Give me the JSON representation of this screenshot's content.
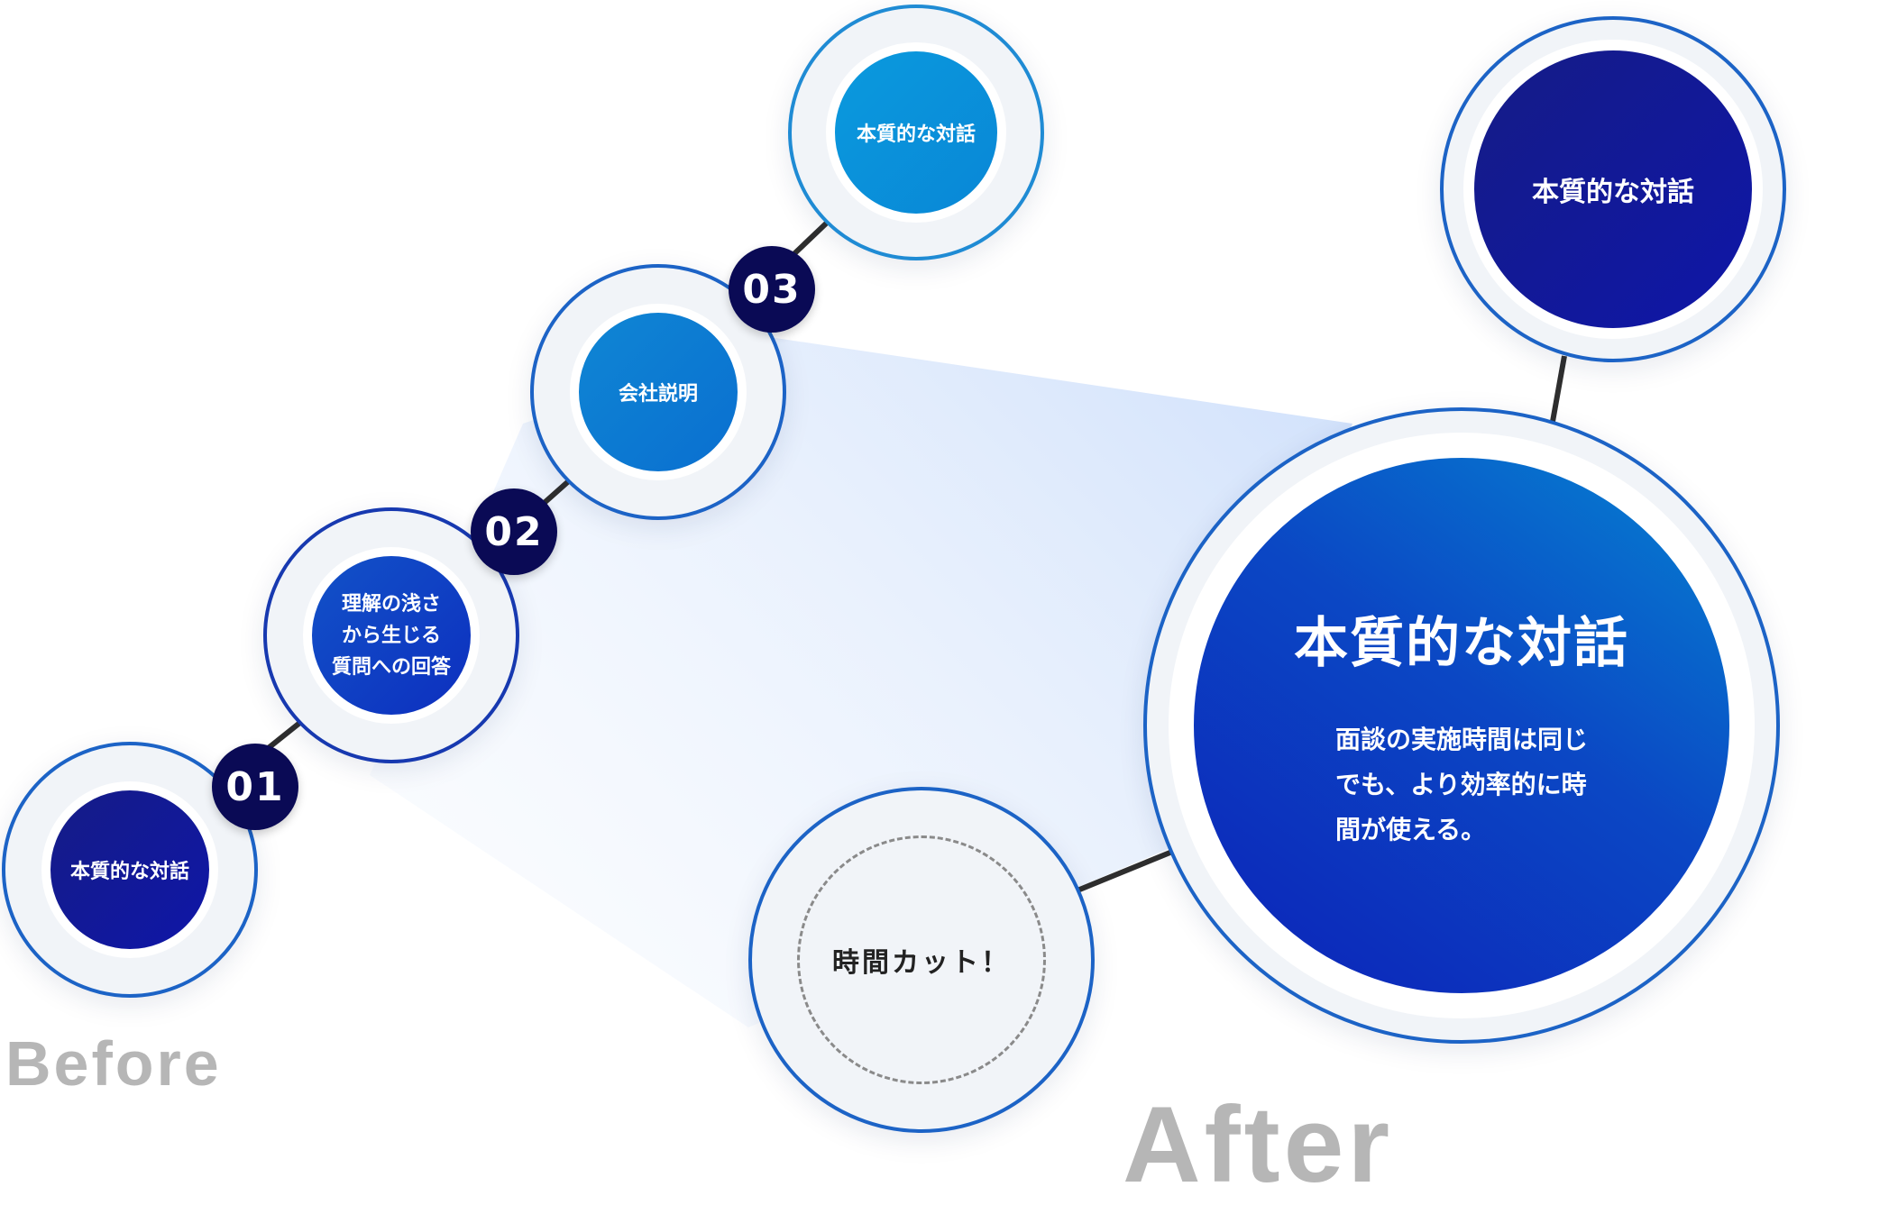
{
  "before_steps": [
    {
      "number": "01",
      "label": "本質的な対話"
    },
    {
      "number": "02",
      "label_lines": [
        "理解の浅さ",
        "から生じる",
        "質問への回答"
      ]
    },
    {
      "number": "03",
      "label": "会社説明"
    },
    {
      "label": "本質的な対話"
    }
  ],
  "after": {
    "top_label": "本質的な対話",
    "main_title": "本質的な対話",
    "main_desc_lines": [
      "面談の実施時間は同じ",
      "でも、より効率的に時",
      "間が使える。"
    ],
    "cut_label": "時間カット！"
  },
  "labels": {
    "before": "Before",
    "after": "After"
  },
  "colors": {
    "badge": "#0a0a55",
    "navy": "#151c86",
    "sky": "#0a9ade",
    "ring": "#1c63c6",
    "label_gray": "#b6b6b6"
  }
}
